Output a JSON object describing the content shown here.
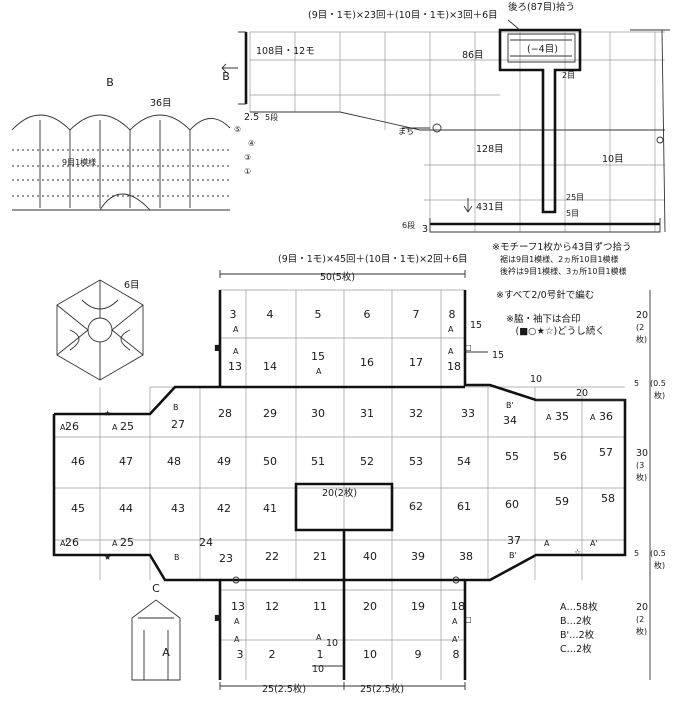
{
  "top_formula": "(9目・1モ)×23回＋(10目・1モ)×3回＋6目",
  "back_pickup": "後ろ(87目)拾う",
  "minus4": "(−4目)",
  "st_86": "86目",
  "st_108": "108目・12モ",
  "label_b_top": "B",
  "r_25": "2.5",
  "r_5dan": "5段",
  "st_128": "128目",
  "st_10": "10目",
  "st_431": "431目",
  "st_2": "2目",
  "st_25": "25目",
  "st_5": "5目",
  "r_6dan": "6段",
  "r_3": "3",
  "machi": "まち",
  "motif_b_title": "B",
  "motif_b_count": "36目",
  "motif_b_repeat": "9目1模様",
  "motif_a_count": "6目",
  "notes": [
    "※モチーフ1枚から43目ずつ拾う",
    "　裾は9目1模様、2ヵ所10目1模様",
    "　後衿は9目1模様、3ヵ所10目1模様",
    "※すべて2/0号針で編む",
    "※脇・袖下は合印",
    "　(■○★☆)どうし続く"
  ],
  "mid_formula": "(9目・1モ)×45回＋(10目・1モ)×2回＋6目",
  "w_50": "50(5枚)",
  "d_15a": "15",
  "d_15b": "15",
  "d_10": "10",
  "d_20a": "20",
  "d_20center": "20(2枚)",
  "d_10bottom": "10",
  "d_25left": "25(2.5枚)",
  "d_25right": "25(2.5枚)",
  "right_dims": [
    "20",
    "(2",
    "枚)",
    "5",
    "(0.5",
    "枚)",
    "30",
    "(3",
    "枚)",
    "5",
    "(0.5",
    "枚)",
    "20",
    "(2",
    "枚)"
  ],
  "cells": [
    {
      "t": "3"
    },
    {
      "t": "4"
    },
    {
      "t": "5"
    },
    {
      "t": "6"
    },
    {
      "t": "7"
    },
    {
      "t": "8"
    },
    {
      "t": "13"
    },
    {
      "t": "14"
    },
    {
      "t": "15"
    },
    {
      "t": "16"
    },
    {
      "t": "17"
    },
    {
      "t": "18"
    },
    {
      "t": "28"
    },
    {
      "t": "29"
    },
    {
      "t": "30"
    },
    {
      "t": "31"
    },
    {
      "t": "32"
    },
    {
      "t": "33"
    },
    {
      "t": "34"
    },
    {
      "t": "46"
    },
    {
      "t": "47"
    },
    {
      "t": "48"
    },
    {
      "t": "49"
    },
    {
      "t": "50"
    },
    {
      "t": "51"
    },
    {
      "t": "52"
    },
    {
      "t": "53"
    },
    {
      "t": "54"
    },
    {
      "t": "55"
    },
    {
      "t": "56"
    },
    {
      "t": "57"
    },
    {
      "t": "45"
    },
    {
      "t": "44"
    },
    {
      "t": "43"
    },
    {
      "t": "42"
    },
    {
      "t": "41"
    },
    {
      "t": "62"
    },
    {
      "t": "61"
    },
    {
      "t": "60"
    },
    {
      "t": "59"
    },
    {
      "t": "58"
    },
    {
      "t": "26"
    },
    {
      "t": "25"
    },
    {
      "t": "27"
    },
    {
      "t": "35"
    },
    {
      "t": "36"
    },
    {
      "t": "24"
    },
    {
      "t": "23"
    },
    {
      "t": "22"
    },
    {
      "t": "21"
    },
    {
      "t": "40"
    },
    {
      "t": "39"
    },
    {
      "t": "38"
    },
    {
      "t": "37"
    },
    {
      "t": "26"
    },
    {
      "t": "25"
    },
    {
      "t": "13"
    },
    {
      "t": "12"
    },
    {
      "t": "11"
    },
    {
      "t": "20"
    },
    {
      "t": "19"
    },
    {
      "t": "18"
    },
    {
      "t": "3"
    },
    {
      "t": "2"
    },
    {
      "t": "1"
    },
    {
      "t": "10"
    },
    {
      "t": "9"
    },
    {
      "t": "8"
    }
  ],
  "cell_tags": [
    "A",
    "A",
    "B",
    "A'",
    "A",
    "B'",
    "A",
    "A",
    "B",
    "A'",
    "A",
    "B'",
    "A",
    "A",
    "A",
    "A",
    "A",
    "A",
    "A'",
    "A'",
    "A",
    "A"
  ],
  "label_c": "C",
  "label_a_small": "A",
  "legend": [
    "A…58枚",
    "B…2枚",
    "B'…2枚",
    "C…2枚"
  ]
}
